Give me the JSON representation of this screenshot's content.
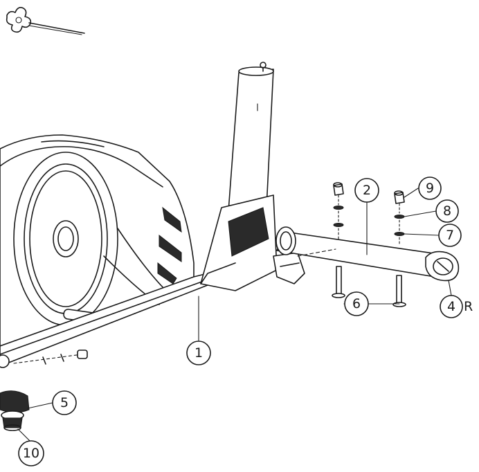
{
  "callouts": [
    {
      "id": "c1",
      "label": "1"
    },
    {
      "id": "c2",
      "label": "2"
    },
    {
      "id": "c4",
      "label": "4",
      "suffix": "R"
    },
    {
      "id": "c5",
      "label": "5"
    },
    {
      "id": "c6",
      "label": "6"
    },
    {
      "id": "c7",
      "label": "7"
    },
    {
      "id": "c8",
      "label": "8"
    },
    {
      "id": "c9",
      "label": "9"
    },
    {
      "id": "c10",
      "label": "10"
    }
  ],
  "colors": {
    "ink": "#1a1a1a",
    "paper": "#ffffff"
  }
}
